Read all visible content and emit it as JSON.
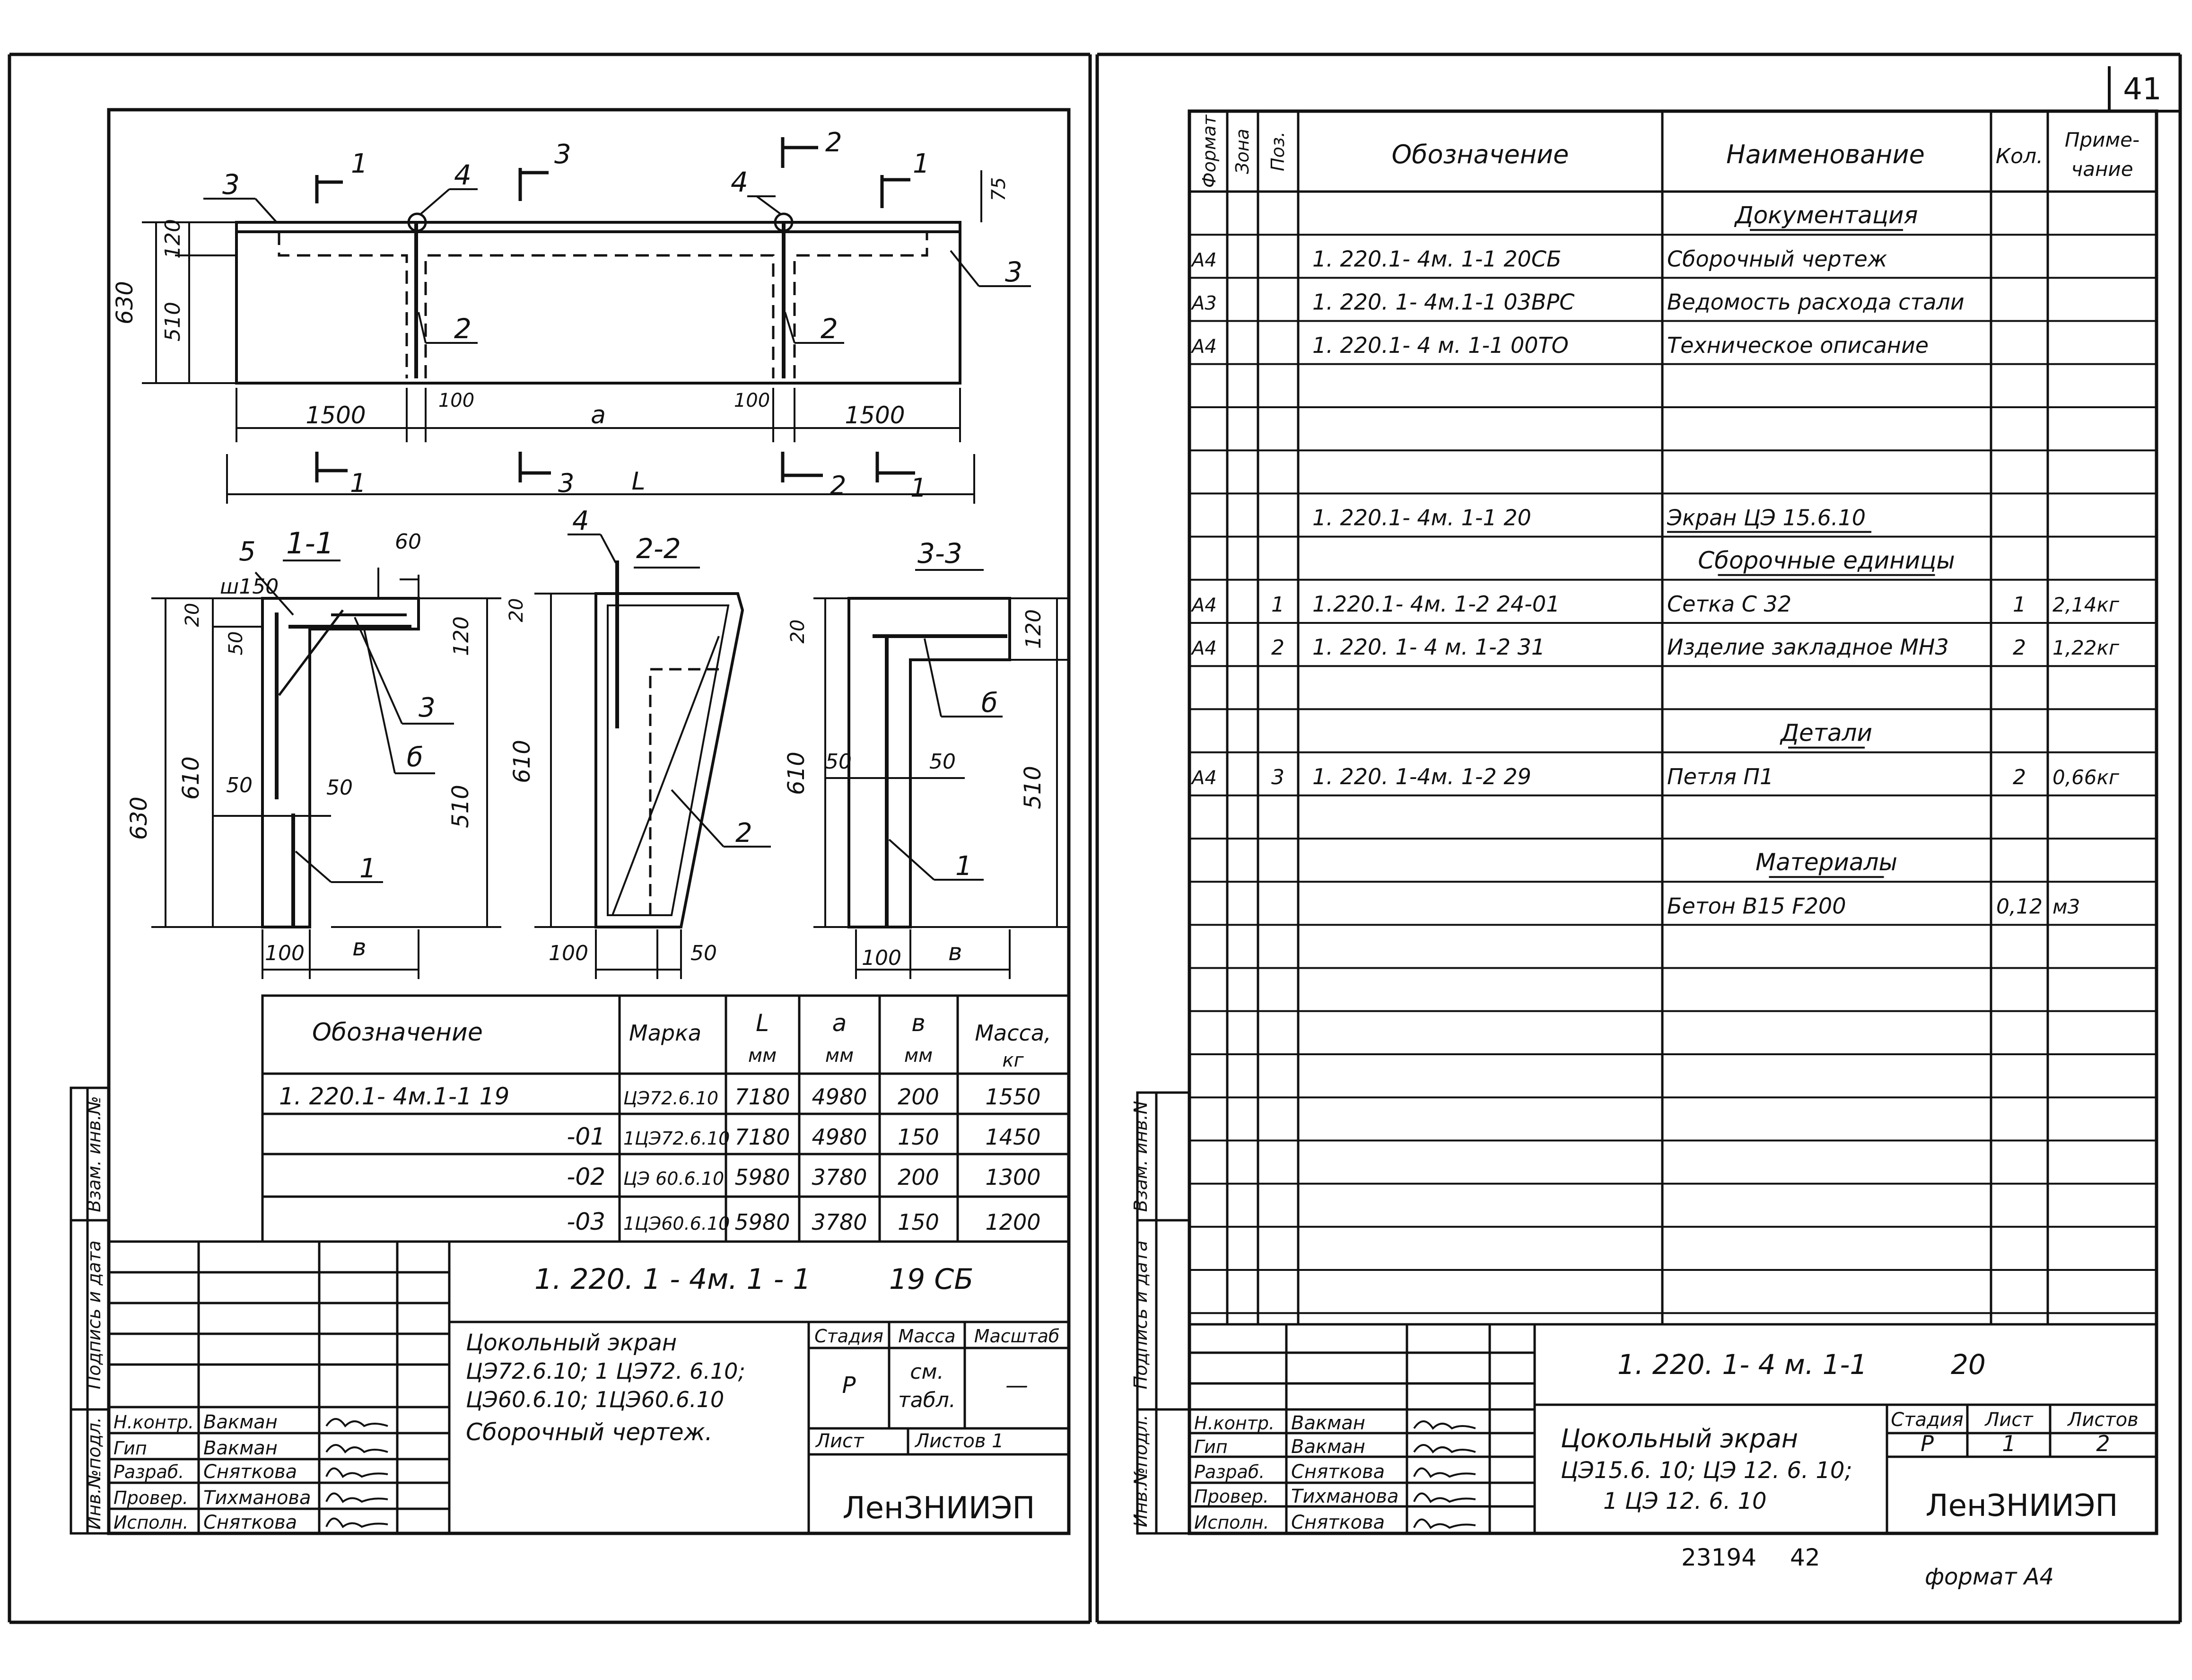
{
  "sheet_number": "41",
  "footer": {
    "archive_no": "23194",
    "page_no": "42",
    "format": "формат А4"
  },
  "left": {
    "main_view": {
      "section_marks": [
        "1",
        "3",
        "4",
        "4",
        "2",
        "1",
        "3",
        "1",
        "3",
        "2",
        "1"
      ],
      "dims": {
        "h_total": "630",
        "h_top": "120",
        "h_main": "510",
        "d75": "75",
        "d1500a": "1500",
        "d100a": "100",
        "a": "a",
        "d100b": "100",
        "d1500b": "1500",
        "L": "L"
      },
      "callouts": [
        "3",
        "2",
        "2",
        "3"
      ]
    },
    "sec11": {
      "title": "1-1",
      "d60": "60",
      "sh150": "ш150",
      "d20": "20",
      "d120": "120",
      "d50v": "50",
      "d630": "630",
      "d610": "610",
      "d50a": "50",
      "d50b": "50",
      "d510": "510",
      "d100": "100",
      "b": "в",
      "callouts": [
        "5",
        "3",
        "б",
        "1"
      ]
    },
    "sec22": {
      "title": "2-2",
      "d20": "20",
      "d610": "610",
      "d100": "100",
      "d50": "50",
      "callouts": [
        "4",
        "2"
      ]
    },
    "sec33": {
      "title": "3-3",
      "d20": "20",
      "d120": "120",
      "d610": "610",
      "d50a": "50",
      "d50b": "50",
      "d510": "510",
      "d100": "100",
      "b": "в",
      "callouts": [
        "б",
        "1"
      ]
    },
    "table": {
      "headers": [
        "Обозначение",
        "Марка",
        "L",
        "мм",
        "а",
        "мм",
        "в",
        "мм",
        "Масса,",
        "кг"
      ],
      "rows": [
        [
          "1. 220.1- 4м.1-1 19",
          "ЦЭ72.6.10",
          "7180",
          "4980",
          "200",
          "1550"
        ],
        [
          "-01",
          "1ЦЭ72.6.10",
          "7180",
          "4980",
          "150",
          "1450"
        ],
        [
          "-02",
          "ЦЭ 60.6.10",
          "5980",
          "3780",
          "200",
          "1300"
        ],
        [
          "-03",
          "1ЦЭ60.6.10",
          "5980",
          "3780",
          "150",
          "1200"
        ]
      ]
    },
    "side_labels": [
      "Инв.№подл.",
      "Подпись и дата",
      "Взам. инв.№"
    ],
    "title_block": {
      "code": "1. 220. 1 - 4м. 1 - 1",
      "code_suffix": "19 СБ",
      "name": [
        "Цокольный экран",
        "ЦЭ72.6.10; 1 ЦЭ72. 6.10;",
        "ЦЭ60.6.10; 1ЦЭ60.6.10",
        "Сборочный чертеж."
      ],
      "hdr": [
        "Стадия",
        "Масса",
        "Масштаб"
      ],
      "stage": "Р",
      "mass": [
        "см.",
        "табл."
      ],
      "scale": "—",
      "sheet_lbl": "Лист",
      "sheets_lbl": "Листов 1",
      "org": "ЛенЗНИИЭП",
      "people": [
        [
          "Н.контр.",
          "Вакман"
        ],
        [
          "Гип",
          "Вакман"
        ],
        [
          "Разраб.",
          "Сняткова"
        ],
        [
          "Провер.",
          "Тихманова"
        ],
        [
          "Исполн.",
          "Сняткова"
        ]
      ]
    }
  },
  "right": {
    "spec_headers": [
      "Формат",
      "Зона",
      "Поз.",
      "Обозначение",
      "Наименование",
      "Кол.",
      "Приме-",
      "чание"
    ],
    "spec_rows": [
      {
        "fmt": "",
        "zone": "",
        "pos": "",
        "code": "",
        "name": "Документация",
        "qty": "",
        "note": "",
        "heading": true
      },
      {
        "fmt": "А4",
        "zone": "",
        "pos": "",
        "code": "1. 220.1- 4м. 1-1 20СБ",
        "name": "Сборочный чертеж",
        "qty": "",
        "note": ""
      },
      {
        "fmt": "А3",
        "zone": "",
        "pos": "",
        "code": "1. 220. 1- 4м.1-1 03ВРС",
        "name": "Ведомость расхода стали",
        "qty": "",
        "note": ""
      },
      {
        "fmt": "А4",
        "zone": "",
        "pos": "",
        "code": "1. 220.1- 4 м. 1-1 00ТО",
        "name": "Техническое описание",
        "qty": "",
        "note": ""
      },
      {
        "fmt": "",
        "zone": "",
        "pos": "",
        "code": "",
        "name": "",
        "qty": "",
        "note": ""
      },
      {
        "fmt": "",
        "zone": "",
        "pos": "",
        "code": "",
        "name": "",
        "qty": "",
        "note": ""
      },
      {
        "fmt": "",
        "zone": "",
        "pos": "",
        "code": "",
        "name": "",
        "qty": "",
        "note": ""
      },
      {
        "fmt": "",
        "zone": "",
        "pos": "",
        "code": "1. 220.1- 4м. 1-1 20",
        "name": "Экран ЦЭ 15.6.10",
        "qty": "",
        "note": "",
        "underline": true
      },
      {
        "fmt": "",
        "zone": "",
        "pos": "",
        "code": "",
        "name": "Сборочные единицы",
        "qty": "",
        "note": "",
        "heading": true
      },
      {
        "fmt": "А4",
        "zone": "",
        "pos": "1",
        "code": "1.220.1- 4м. 1-2 24-01",
        "name": "Сетка С 32",
        "qty": "1",
        "note": "2,14кг"
      },
      {
        "fmt": "А4",
        "zone": "",
        "pos": "2",
        "code": "1. 220. 1- 4 м. 1-2 31",
        "name": "Изделие закладное МН3",
        "qty": "2",
        "note": "1,22кг"
      },
      {
        "fmt": "",
        "zone": "",
        "pos": "",
        "code": "",
        "name": "",
        "qty": "",
        "note": ""
      },
      {
        "fmt": "",
        "zone": "",
        "pos": "",
        "code": "",
        "name": "Детали",
        "qty": "",
        "note": "",
        "heading": true
      },
      {
        "fmt": "А4",
        "zone": "",
        "pos": "3",
        "code": "1. 220. 1-4м. 1-2 29",
        "name": "Петля П1",
        "qty": "2",
        "note": "0,66кг"
      },
      {
        "fmt": "",
        "zone": "",
        "pos": "",
        "code": "",
        "name": "",
        "qty": "",
        "note": ""
      },
      {
        "fmt": "",
        "zone": "",
        "pos": "",
        "code": "",
        "name": "Материалы",
        "qty": "",
        "note": "",
        "heading": true
      },
      {
        "fmt": "",
        "zone": "",
        "pos": "",
        "code": "",
        "name": "Бетон В15 F200",
        "qty": "0,12",
        "note": "м3"
      },
      {
        "fmt": "",
        "zone": "",
        "pos": "",
        "code": "",
        "name": "",
        "qty": "",
        "note": ""
      },
      {
        "fmt": "",
        "zone": "",
        "pos": "",
        "code": "",
        "name": "",
        "qty": "",
        "note": ""
      },
      {
        "fmt": "",
        "zone": "",
        "pos": "",
        "code": "",
        "name": "",
        "qty": "",
        "note": ""
      },
      {
        "fmt": "",
        "zone": "",
        "pos": "",
        "code": "",
        "name": "",
        "qty": "",
        "note": ""
      },
      {
        "fmt": "",
        "zone": "",
        "pos": "",
        "code": "",
        "name": "",
        "qty": "",
        "note": ""
      },
      {
        "fmt": "",
        "zone": "",
        "pos": "",
        "code": "",
        "name": "",
        "qty": "",
        "note": ""
      },
      {
        "fmt": "",
        "zone": "",
        "pos": "",
        "code": "",
        "name": "",
        "qty": "",
        "note": ""
      },
      {
        "fmt": "",
        "zone": "",
        "pos": "",
        "code": "",
        "name": "",
        "qty": "",
        "note": ""
      },
      {
        "fmt": "",
        "zone": "",
        "pos": "",
        "code": "",
        "name": "",
        "qty": "",
        "note": ""
      }
    ],
    "side_labels": [
      "Инв.№подл.",
      "Подпись и дата",
      "Взам. инв.N"
    ],
    "title_block": {
      "code": "1. 220. 1- 4 м. 1-1",
      "code_suffix": "20",
      "name": [
        "Цокольный экран",
        "ЦЭ15.6. 10; ЦЭ 12. 6. 10;",
        "1 ЦЭ 12. 6. 10"
      ],
      "hdr": [
        "Стадия",
        "Лист",
        "Листов"
      ],
      "stage": "Р",
      "sheet": "1",
      "sheets": "2",
      "org": "ЛенЗНИИЭП",
      "people": [
        [
          "Н.контр.",
          "Вакман"
        ],
        [
          "Гип",
          "Вакман"
        ],
        [
          "Разраб.",
          "Сняткова"
        ],
        [
          "Провер.",
          "Тихманова"
        ],
        [
          "Исполн.",
          "Сняткова"
        ]
      ]
    }
  }
}
